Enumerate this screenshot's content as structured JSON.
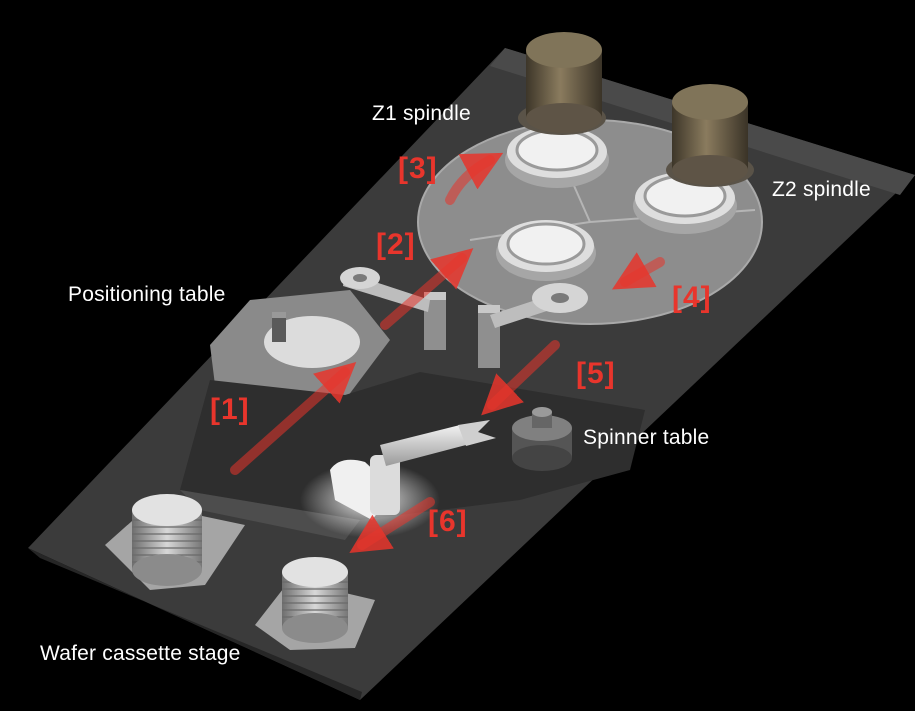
{
  "labels": {
    "z1_spindle": "Z1 spindle",
    "z2_spindle": "Z2 spindle",
    "positioning_table": "Positioning table",
    "spinner_table": "Spinner table",
    "wafer_cassette_stage": "Wafer cassette stage"
  },
  "steps": {
    "s1": "[1]",
    "s2": "[2]",
    "s3": "[3]",
    "s4": "[4]",
    "s5": "[5]",
    "s6": "[6]"
  },
  "colors": {
    "background": "#000000",
    "label_text": "#ffffff",
    "step_text": "#e8352c",
    "arrow": "#e8352c"
  }
}
